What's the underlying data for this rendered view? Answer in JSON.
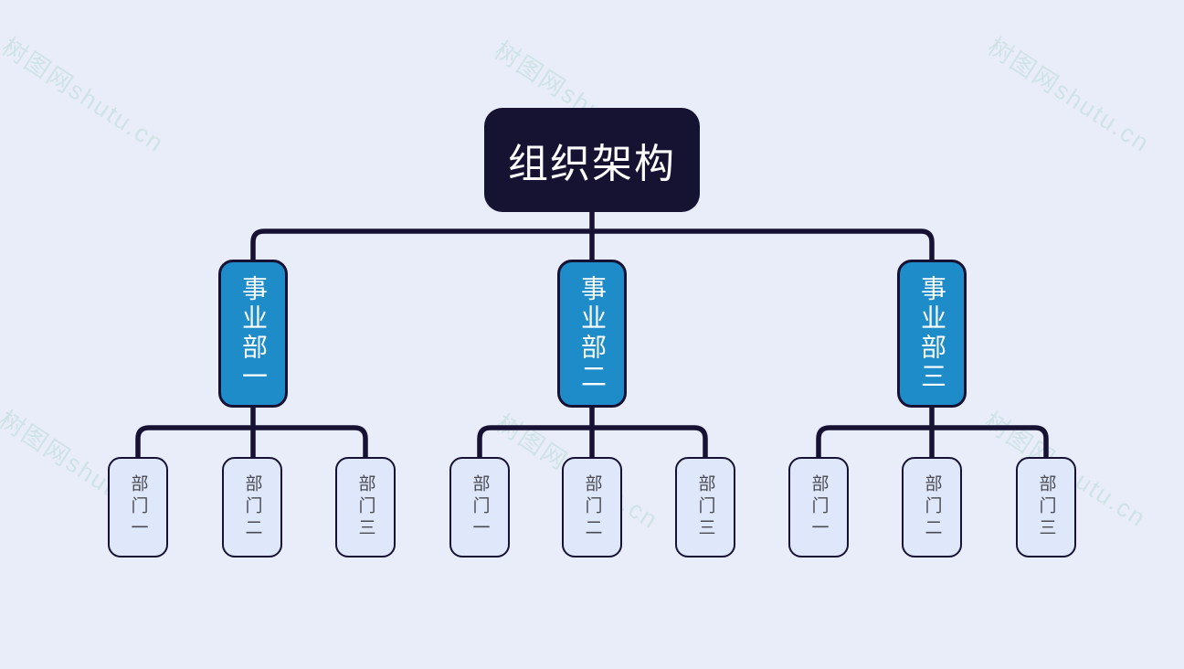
{
  "page": {
    "background_color": "#e9edfa",
    "watermark": {
      "text": "树图网shutu.cn",
      "color": "#cfe3e6"
    }
  },
  "org_chart": {
    "root": {
      "label": "组织架构"
    },
    "divisions": [
      {
        "label": "事业部一",
        "departments": [
          {
            "label": "部门一"
          },
          {
            "label": "部门二"
          },
          {
            "label": "部门三"
          }
        ]
      },
      {
        "label": "事业部二",
        "departments": [
          {
            "label": "部门一"
          },
          {
            "label": "部门二"
          },
          {
            "label": "部门三"
          }
        ]
      },
      {
        "label": "事业部三",
        "departments": [
          {
            "label": "部门一"
          },
          {
            "label": "部门二"
          },
          {
            "label": "部门三"
          }
        ]
      }
    ],
    "colors": {
      "root_fill": "#161231",
      "division_fill": "#1d8cc9",
      "department_fill": "#dfe8fb",
      "connector": "#171233",
      "root_text": "#ffffff",
      "division_text": "#ffffff",
      "department_text": "#4a4a52"
    }
  }
}
